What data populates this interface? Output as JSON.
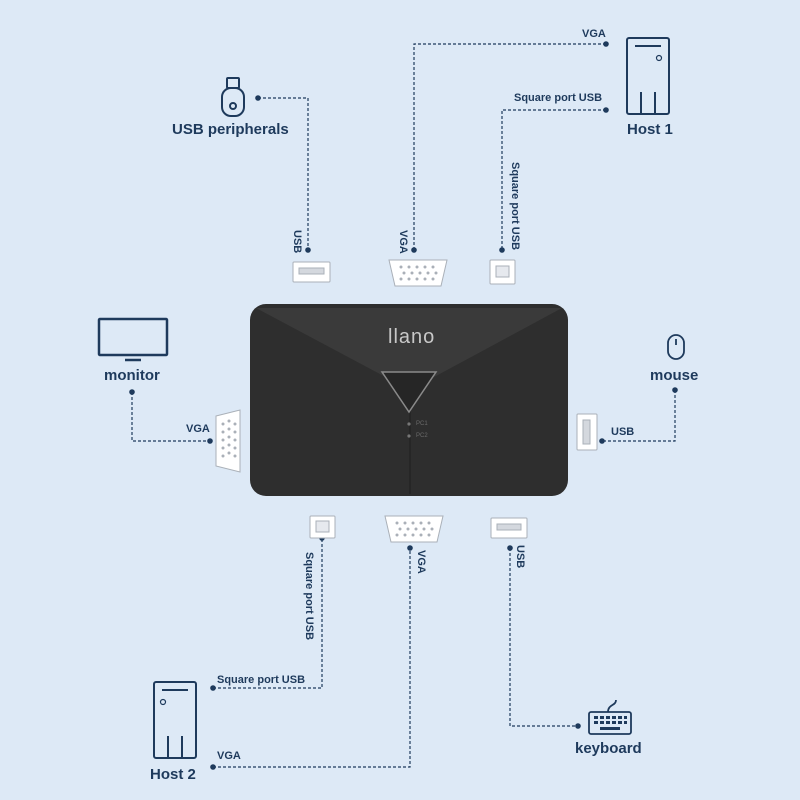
{
  "brand": "llano",
  "led_labels": [
    "PC1",
    "PC2"
  ],
  "devices": {
    "usb_peripherals": "USB peripherals",
    "host1": "Host 1",
    "host2": "Host 2",
    "monitor": "monitor",
    "mouse": "mouse",
    "keyboard": "keyboard"
  },
  "ports": {
    "top_usb": "USB",
    "top_vga": "VGA",
    "top_square": "Square port USB",
    "host1_vga": "VGA",
    "host1_square": "Square port USB",
    "monitor_vga": "VGA",
    "mouse_usb": "USB",
    "bottom_square": "Square port USB",
    "bottom_vga": "VGA",
    "bottom_usb": "USB",
    "host2_square": "Square port USB",
    "host2_vga": "VGA"
  },
  "colors": {
    "background": "#dde9f6",
    "line": "#1e3a5c",
    "device": "#2f2f2f"
  }
}
